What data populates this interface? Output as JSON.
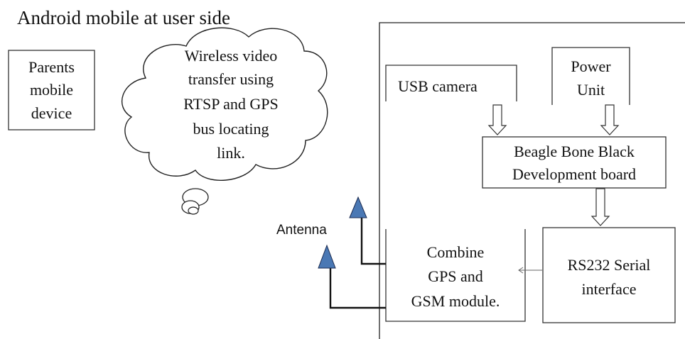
{
  "title": "Android mobile at user side",
  "parents_box": [
    "Parents",
    "mobile",
    "device"
  ],
  "cloud_text": [
    "Wireless video",
    "transfer using",
    "RTSP and GPS",
    "bus locating",
    "link."
  ],
  "antenna_label": "Antenna",
  "usb_camera": "USB camera",
  "power_unit": [
    "Power",
    "Unit"
  ],
  "beagle_box": [
    "Beagle Bone Black",
    "Development board"
  ],
  "gps_gsm": [
    "Combine",
    "GPS and",
    "GSM module."
  ],
  "rs232_box": [
    "RS232 Serial",
    "interface"
  ],
  "colors": {
    "line": "#111111",
    "antenna_fill": "#4a78b4"
  }
}
